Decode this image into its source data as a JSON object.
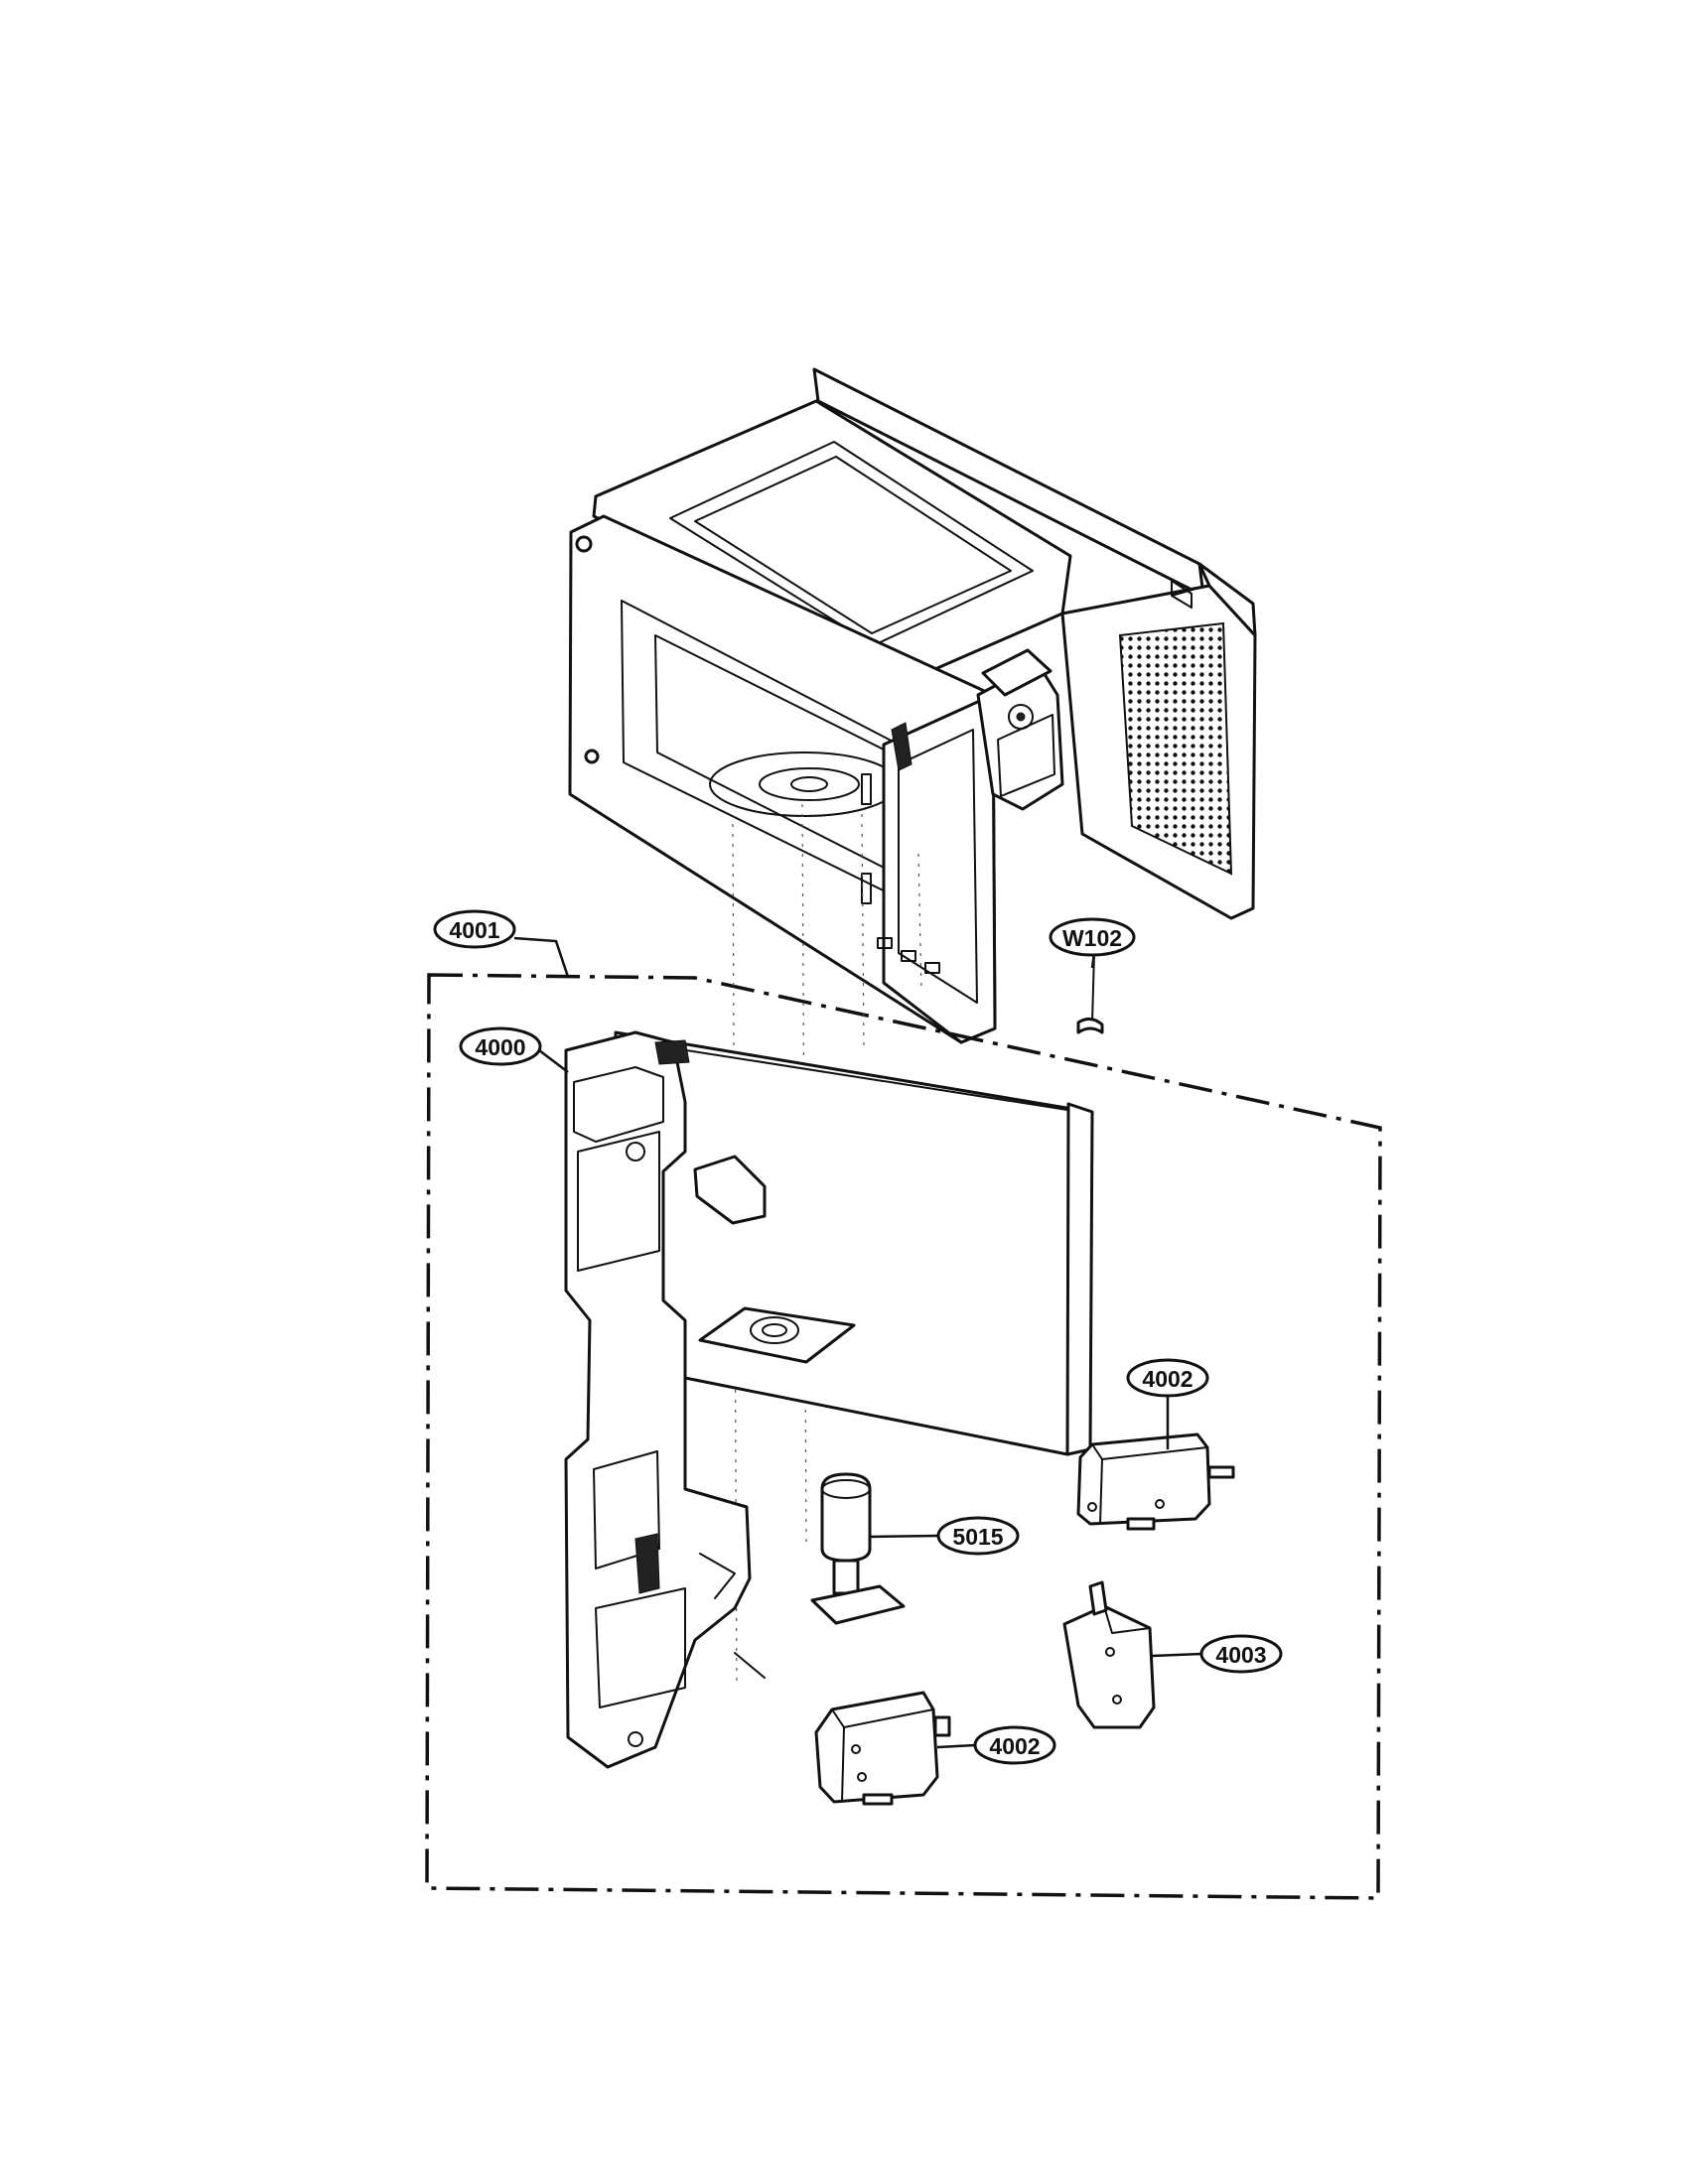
{
  "diagram": {
    "callouts": [
      {
        "id": "c-4001",
        "label": "4001"
      },
      {
        "id": "c-w102",
        "label": "W102"
      },
      {
        "id": "c-4000",
        "label": "4000"
      },
      {
        "id": "c-4002-top",
        "label": "4002"
      },
      {
        "id": "c-5015",
        "label": "5015"
      },
      {
        "id": "c-4003",
        "label": "4003"
      },
      {
        "id": "c-4002-bottom",
        "label": "4002"
      }
    ]
  }
}
